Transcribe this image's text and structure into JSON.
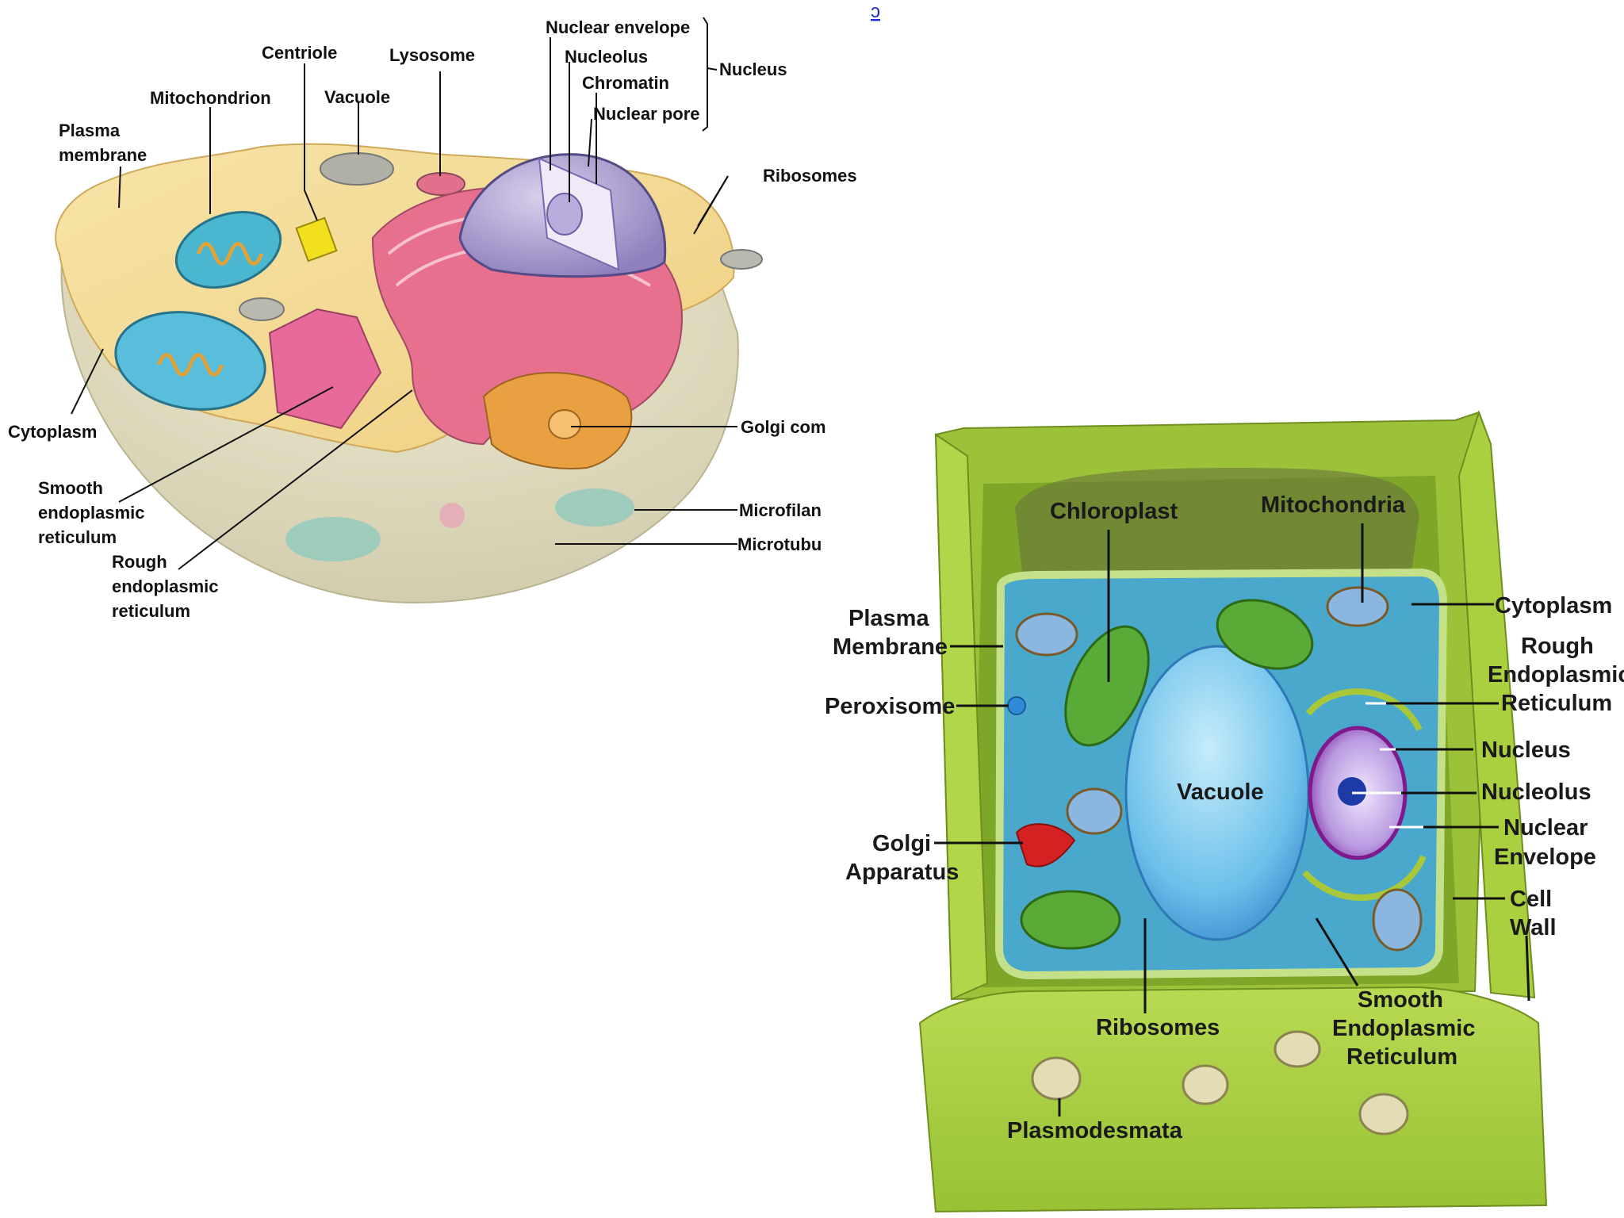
{
  "animal_cell": {
    "labels": {
      "plasma_membrane_1": "Plasma",
      "plasma_membrane_2": "membrane",
      "mitochondrion": "Mitochondrion",
      "centriole": "Centriole",
      "vacuole": "Vacuole",
      "lysosome": "Lysosome",
      "nuclear_envelope": "Nuclear envelope",
      "nucleolus": "Nucleolus",
      "chromatin": "Chromatin",
      "nuclear_pore": "Nuclear pore",
      "nucleus": "Nucleus",
      "ribosomes": "Ribosomes",
      "cytoplasm": "Cytoplasm",
      "golgi": "Golgi com",
      "microfilaments": "Microfilan",
      "microtubules": "Microtubu",
      "smooth_er_1": "Smooth",
      "smooth_er_2": "endoplasmic",
      "smooth_er_3": "reticulum",
      "rough_er_1": "Rough",
      "rough_er_2": "endoplasmic",
      "rough_er_3": "reticulum"
    },
    "corner_mark": "ɔ"
  },
  "plant_cell": {
    "labels": {
      "chloroplast": "Chloroplast",
      "mitochondria": "Mitochondria",
      "cytoplasm": "Cytoplasm",
      "rough_er_1": "Rough",
      "rough_er_2": "Endoplasmic",
      "rough_er_3": "Reticulum",
      "plasma_membrane_1": "Plasma",
      "plasma_membrane_2": "Membrane",
      "peroxisome": "Peroxisome",
      "vacuole": "Vacuole",
      "nucleus": "Nucleus",
      "nucleolus": "Nucleolus",
      "nuclear_envelope_1": "Nuclear",
      "nuclear_envelope_2": "Envelope",
      "golgi_1": "Golgi",
      "golgi_2": "Apparatus",
      "cell_wall_1": "Cell",
      "cell_wall_2": "Wall",
      "ribosomes": "Ribosomes",
      "smooth_er_1": "Smooth",
      "smooth_er_2": "Endoplasmic",
      "smooth_er_3": "Reticulum",
      "plasmodesmata": "Plasmodesmata"
    }
  },
  "colors": {
    "animal_cytoplasm": "#f3dc96",
    "animal_bowl": "#e4e0c4",
    "rough_er": "#e8708f",
    "smooth_er": "#e76a9a",
    "golgi": "#e8a040",
    "mitochondrion": "#4ab6d0",
    "nucleus": "#a99ccf",
    "plant_wall": "#a4cf3c",
    "plant_cytoplasm": "#4aa8cc",
    "plant_vacuole": "#7ec6ee",
    "chloroplast": "#5aaa38",
    "plant_golgi": "#d42222"
  }
}
